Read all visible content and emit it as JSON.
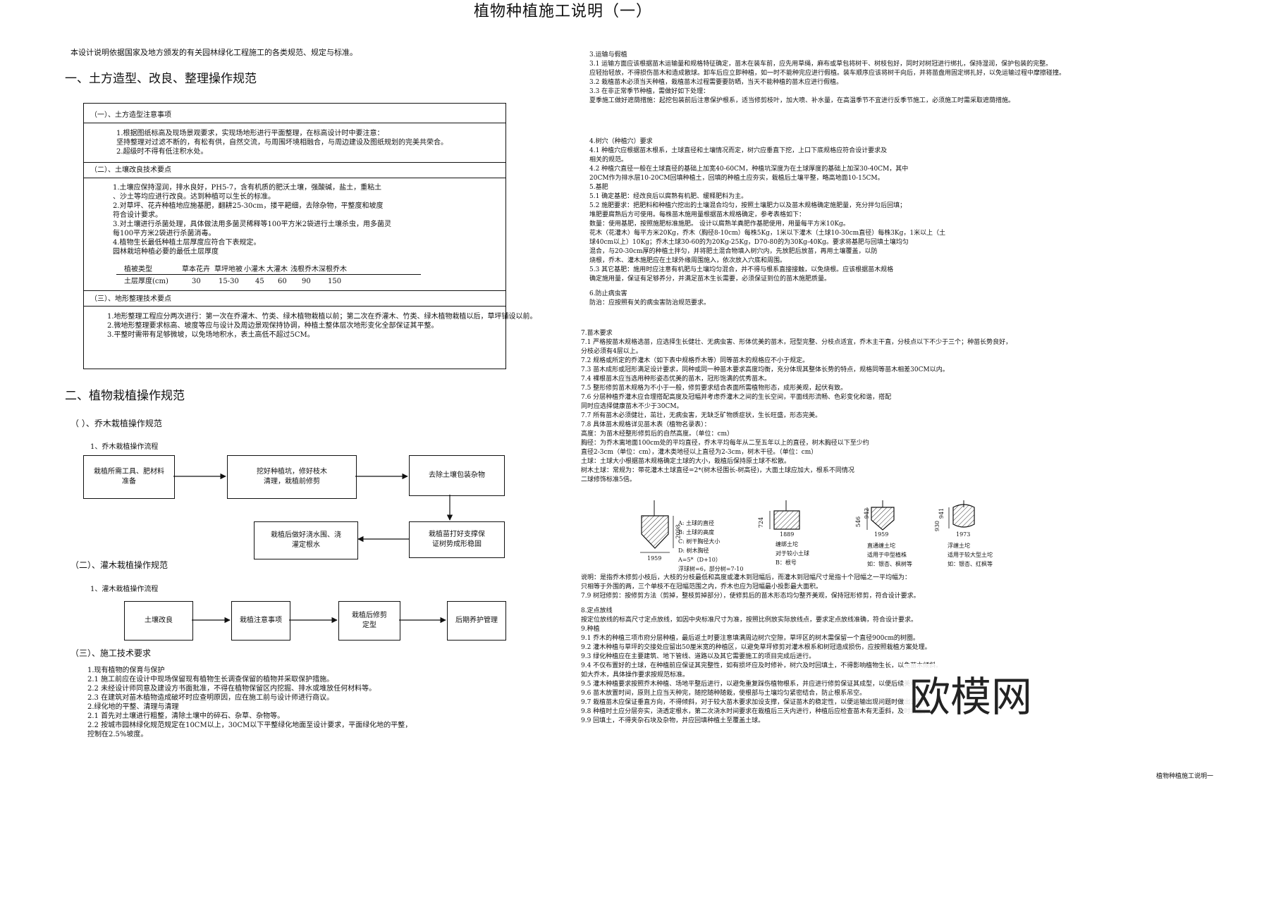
{
  "doc_title": "植物种植施工说明（一）",
  "intro": "本设计说明依据国家及地方颁发的有关园林绿化工程施工的各类规范、规定与标准。",
  "sec1": {
    "heading": "一、土方造型、改良、整理操作规范",
    "sub1_title": "（一）、土方造型注意事项",
    "sub1_lines": [
      "1.根据图纸标高及现场景观要求，实现场地形进行平面整理，在标高设计时中要注意：",
      "  坚持整理对过滤不断的，有松有供，自然交流，与周围坏境相融合，与周边建设及图纸规划的完美共荣合。",
      "2.超级时不得有低注积水处。"
    ],
    "sub2_title": "（二）、土壤改良技术要点",
    "sub2_lines": [
      "1.土壤应保持湿润，排水良好，PH5-7，含有机质的肥沃土壤，强酸碱，盐土，重粘土",
      "  、沙土等均应进行改良。达到种植可以生长的标准。",
      "2.对草坪、花卉种植地应施基肥，翻耕25-30cm，搂平耙细，去除杂物，平整度和坡度",
      "  符合设计要求。",
      "3.对土壤进行杀菌处理，具体做法用多菌灵稀释等100平方米2袋进行土壤杀虫，用多菌灵",
      "  每100平方米2袋进行杀菌消毒。",
      "4.植物生长最低种植土层厚度应符合下表规定。",
      "  园林栽培种植必要的最低土层厚度"
    ],
    "soil_table": {
      "headers": [
        "植被类型",
        "草本花卉",
        "草坪地被",
        "小灌木",
        "大灌木",
        "浅根乔木",
        "深根乔木"
      ],
      "row_label": "土层厚度(cm)",
      "values": [
        "30",
        "15-30",
        "45",
        "60",
        "90",
        "150"
      ]
    },
    "sub3_title": "（三）、地形整理技术要点",
    "sub3_lines": [
      "1.地形整理工程应分两次进行：第一次在乔灌木、竹类、绿木植物栽植以前；第二次在乔灌木、竹类、绿木植物栽植以后，草坪铺设以前。",
      "2.微地形整理要求标高、坡度等应与设计及周边景观保持协调，种植土整体层次地形变化全部保证其平整。",
      "3.平整时需带有足够微坡，以免场地积水，表土高低不超过5CM。"
    ]
  },
  "sec2": {
    "heading": "二、植物栽植操作规范",
    "sub1_title": "（ ）、乔木栽植操作规范",
    "flow1_caption": "1、乔木栽植操作流程",
    "flow1_boxes": [
      "栽植所需工具、肥材料\n准备",
      "挖好种植坑，修好枝木\n清理，栽植前修剪",
      "去除土壤包装杂物",
      "栽植苗打好支撑保\n证树势成形稳固",
      "栽植后做好浇水围、浇\n灌定根水"
    ],
    "sub2_title": "（二）、灌木栽植操作规范",
    "flow2_caption": "1、灌木栽植操作流程",
    "flow2_boxes": [
      "土壤改良",
      "栽植注意事项",
      "栽植后修剪\n定型",
      "后期养护管理"
    ],
    "sub3_title": "（三）、施工技术要求",
    "sub3_lines": [
      "1.现有植物的保育与保护",
      "  2.1 施工前应在设计中现场保留现有植物生长调查保留的植物并采取保护措施。",
      "  2.2 未经设计师同意及建设方书面批准，不得在植物保留区内挖掘、排水或堆放任何材料等。",
      "  2.3 在建筑对苗木植物造成破坏时应查明原因，应在施工前与设计师进行商议。",
      "2.绿化地的平整、清理与清理",
      "  2.1 首先对土壤进行粗整，清除土壤中的碎石、杂草、杂物等。",
      "  2.2 按城市园林绿化规范规定在10CM以上，30CM以下平整绿化地面至设计要求，平面绿化地的平整，",
      "      控制在2.5%坡度。"
    ]
  },
  "right": {
    "s3_lines": [
      "3.运输与假植",
      "  3.1 运输方面应该根据苗木运输量和规格特征确定，苗木在装车前，应先用草绳，麻布或草包将树干、树枝包好，同时对树冠进行绑扎，保持湿润，保护包装的完整。",
      "      应轻抬轻放，不得损伤苗木和造成散球。卸车后应立即种植，如一时不能种完应进行假植。装车顺序应该将树干向后，并将苗盘用固定绑扎好，以免运输过程中摩擦碰撞。",
      "  3.2 栽植苗木必须当天种植，栽植苗木过程需要要防晒，当天不能种植的苗木应进行假植。",
      "  3.3 在非正常季节种植，需做好如下处理：",
      "      夏季施工做好遮荫措施：起挖包装前后注意保护根系，适当修剪枝叶，加大喷、补水量，在高温季节不宜进行反季节施工，必须施工时需采取遮荫措施。"
    ],
    "s4_lines": [
      "4.树穴（种植穴）要求",
      "  4.1 种植穴应根据苗木根系，土球直径和土壤情况而定，树穴应垂直下挖，上口下底规格应符合设计要求及",
      "      相关的规范。",
      "  4.2 种植穴直径一般在土球直径的基础上加宽40-60CM，种植坑深度为在土球厚度的基础上加深30-40CM，其中",
      "      20CM作为排水层10-20CM回填种植土，回填的种植土应夯实，栽植后土壤平整，略高地面10-15CM。",
      "5.基肥",
      "  5.1 确定基肥：经改良后以腐熟有机肥、缓释肥料为主。",
      "  5.2 施肥要求：把肥料和种植穴挖出的土壤混合均匀，按照土壤肥力以及苗木规格确定施肥量，充分拌匀后回填；",
      "      堆肥要腐熟后方可使用。每株苗木施用量根据苗木规格确定，参考表格如下：",
      "      数量：使用基肥，按照施肥标准施肥。    设计以腐熟羊粪肥作基肥使用，用量每平方米10Kg。",
      "      花木（花灌木）每平方米20Kg，乔木（胸径8-10cm）每株5Kg，1米以下灌木（土球10-30cm直径）每株3Kg，1米以上（土",
      "      球40cm以上）10Kg；乔木土球30-60的为20Kg-25Kg，D70-80的为30Kg-40Kg。要求将基肥与回填土壤均匀",
      "      混合，与20-30cm厚的种植土拌匀，并将肥土混合物填入树穴内，先放肥后放苗，再用土壤覆盖，以防",
      "      烧根，乔木、灌木施肥应在土球外缘周围施入，依次放入穴底和周围。",
      "  5.3 其它基肥：施用时应注意有机肥与土壤均匀混合，并不得与根系直接接触，以免烧根。应该根据苗木规格",
      "      确定施用量，保证有足够养分，并满足苗木生长需要，必须保证到位的苗木施肥质量。",
      "6.防止病虫害",
      "      防治：应按照有关的病虫害防治规范要求。"
    ],
    "s7_lines": [
      "7.苗木要求",
      "  7.1 严格按苗木规格选苗，应选择生长健壮、无病虫害、形体优美的苗木，冠型完整、分枝点适宜，乔木主干直，分枝点以下不少于三个；种苗长势良好，",
      "      分枝必须有4层以上。",
      "  7.2 规格或所定的乔灌木（如下表中规格乔木等）同等苗木的规格应不小于规定。",
      "  7.3 苗木成形或冠形满足设计要求，同种或同一种苗木要求高度均衡，充分体现其整体长势的特点，规格同等苗木相差30CM以内。",
      "  7.4 裸根苗木应当选用种形姿态优美的苗木，冠形饱满的优秀苗木。",
      "  7.5 整形修剪苗木规格为不小于一般，修剪要求结合表面所需植物形态，成形美观，起伏有致。",
      "  7.6 分层种植乔灌木应合理搭配高度及冠幅并考虑乔灌木之间的生长空间，平面线形流畅、色彩变化和谐，搭配",
      "      同时应选择健康苗木不少于30CM。",
      "  7.7 所有苗木必须健壮，茁壮，无病虫害，无缺乏矿物质症状，生长旺盛，形态完美。",
      "  7.8 具体苗木规格详见苗木表（植物名录表）：",
      "      高度：为苗木经整形修剪后的自然高度。（单位：cm）",
      "      胸径：为乔木离地面100cm处的平均直径，乔木平均每年从二至五年以上的直径，树木胸径以下至少约",
      "          直径2-3cm（单位：cm），灌木类地径以上直径为2-3cm，树木干径。（单位：cm）",
      "      土球：土球大小根据苗木规格确定土球的大小，栽植后保持原土球不松散。",
      "          树木土球：常规为：带花灌木土球直径=2*(树木径围长-树高径)，大面土球应加大，根系不同情况",
      "          二球修饰标准5倍。"
    ],
    "diagram_labels": {
      "d1": [
        "A: 土球的直径",
        "B: 土球的高度",
        "C: 树干胸径大小",
        "D: 树木胸径",
        "A=5*（D+10）",
        "浮球树=6，部分树=7-10"
      ],
      "d1_dims": [
        "1959",
        "2098"
      ],
      "d2": [
        "缠绑土坨",
        "对于较小土球",
        "B：根号"
      ],
      "d2_dims": [
        "1889",
        "724"
      ],
      "d3": [
        "直通缠土坨",
        "适用于中型植株",
        "如：银杏、枫树等"
      ],
      "d3_dims": [
        "1959",
        "546",
        "942"
      ],
      "d4": [
        "浮缠土坨",
        "适用于较大型土坨",
        "如：银杏、红枫等"
      ],
      "d4_dims": [
        "1973",
        "930",
        "941"
      ]
    },
    "tail_lines": [
      "说明：是指乔木修剪小枝后，大枝的分枝最低和高度或灌木到冠幅后，而灌木到冠幅尺寸是指十个冠幅之一平均幅为：",
      "        只相等于外围的两，三个单枝不在冠幅范围之内，乔木也应为冠幅最小投影最大面积。",
      "  7.9 树冠修剪：按修剪方法（剪掉，整枝剪掉部分），使修剪后的苗木形态均匀整齐美观，保持冠形修剪，符合设计要求。",
      "8.定点放线",
      "      按定位放线的标高尺寸定点放线，如因中央标准尺寸为准，按照比例放实际放线点，要求定点放线准确，符合设计要求。",
      "9.种植",
      "  9.1 乔木的种植三项市府分层种植，最后返土时要注意填满周边树穴空隙，草坪区的树木需保留一个直径900cm的树圈。",
      "  9.2 灌木种植与草坪的交接处应留出50厘米宽的种植区，以避免草坪修剪对灌木根系和树冠造成损伤，应按照栽植方案处理。",
      "  9.3 绿化种植应在主要建筑、地下管线、道路以及其它需要施工的项目完成后进行。",
      "  9.4 不仅布置好的土球，在种植前应保证其完整性，如有损坏应及时修补，树穴及时回填土，不得影响植物生长，以免苗木倾斜。",
      "      如大乔木，具体操作要求按规范标准。",
      "  9.5 灌木种植要求按照乔木种植、场地平整后进行，以避免重复踩伤植物根系，并应进行修剪保证其成型，以便后续美观。",
      "  9.6 苗木放置时间，原则上应当天种完，随挖随种随栽，使根部与土壤均匀紧密结合，防止根系吊空。",
      "  9.7 栽植苗木应保证垂直方向，不得倾斜，对于较大苗木要求加设支撑，保证苗木的稳定性，以便运输出现问题时做出调整。",
      "  9.8 种植时土应分层夯实，浇透定根水，第二次浇水时间要求在栽植后三天内进行，种植后应检查苗木有无歪斜，及时扶正。",
      "  9.9 回填土，不得夹杂石块及杂物，并应回填种植土至覆盖土球。"
    ],
    "footer": "植物种植施工说明一",
    "watermark": "欧模网"
  }
}
